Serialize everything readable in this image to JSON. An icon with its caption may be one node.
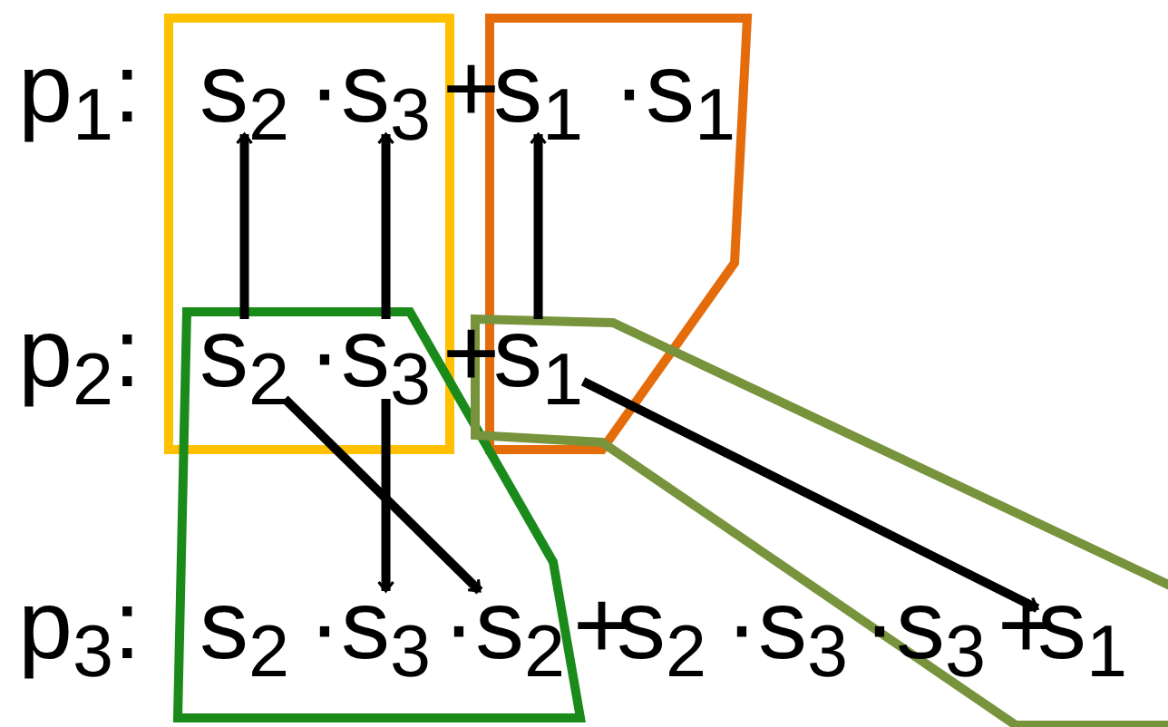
{
  "diagram": {
    "nodes": [
      {
        "text": [
          "s$_{2}$"
        ]
      },
      {
        "text": [
          "s$_{3}$"
        ]
      },
      {
        "text": [
          "s$_{1}$"
        ]
      },
      {
        "text": [
          "s$_{1}$"
        ]
      },
      {
        "text": [
          "s$_{2}$"
        ]
      },
      {
        "text": [
          "s$_{3}$"
        ]
      },
      {
        "text": [
          "s$_{1}$"
        ]
      },
      {
        "text": [
          "s$_{2}$"
        ]
      },
      {
        "text": [
          "s$_{3}$"
        ]
      },
      {
        "text": [
          "s$_{2}$"
        ]
      },
      {
        "text": [
          "s$_{2}$"
        ]
      },
      {
        "text": [
          "s$_{3}$"
        ]
      },
      {
        "text": [
          "s$_{3}$"
        ]
      },
      {
        "text": [
          "s$_{1}$"
        ]
      }
    ],
    "edges": [
      {
        "from": 4,
        "to": 0,
        "arrow": "to"
      },
      {
        "from": 5,
        "to": 1,
        "arrow": "to"
      },
      {
        "from": 6,
        "to": 2,
        "arrow": "to"
      },
      {
        "from": 5,
        "to": 8,
        "arrow": "to"
      },
      {
        "from": 4,
        "to": 9,
        "arrow": "to"
      },
      {
        "from": 6,
        "to": 13,
        "arrow": "to"
      }
    ],
    "labels": [
      "p$_{1}$:",
      "·",
      "+",
      "·",
      "p$_{2}$:",
      "·",
      "+",
      "p$_{3}$:",
      "·",
      "·",
      "+",
      "·",
      "·",
      "+"
    ]
  }
}
